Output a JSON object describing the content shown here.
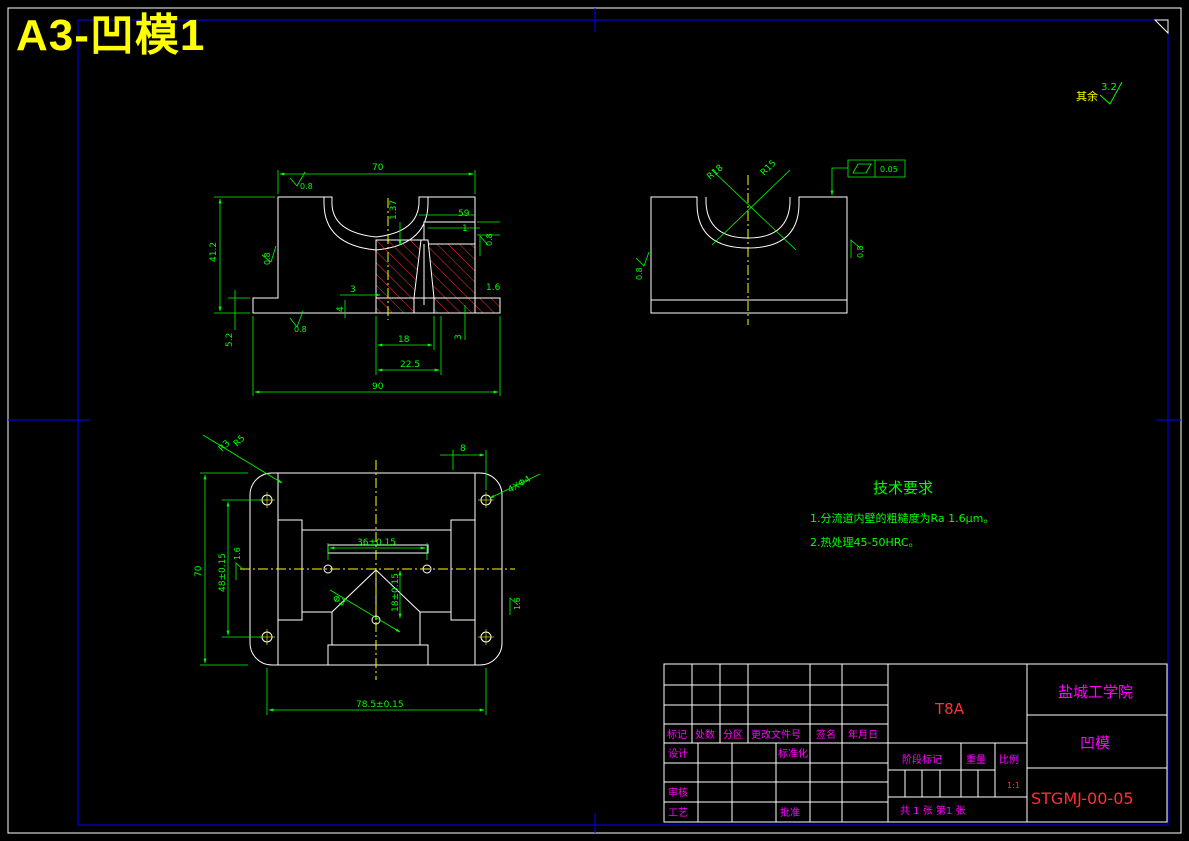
{
  "title_overlay": "A3-凹模1",
  "roughness_note": {
    "label": "其余",
    "value": "3.2"
  },
  "tolerance_frame": {
    "value": "0.05"
  },
  "tech_requirements": {
    "heading": "技术要求",
    "items": [
      "1.分流道内壁的粗糙度为Ra 1.6μm。",
      "2.热处理45-50HRC。"
    ]
  },
  "dims": {
    "d70_top": "70",
    "d90": "90",
    "d412": "41.2",
    "d52": "5.2",
    "d59": "59",
    "d1": "1",
    "d137": "1.37",
    "d3a": "3",
    "d3b": "3",
    "d4": "4",
    "d18": "18",
    "d225": "22.5",
    "d16": "1.6",
    "r18": "R18",
    "r15": "R15",
    "r3": "R3",
    "r5": "R5",
    "d8": "8",
    "hole4": "4XΦ4",
    "d36": "36±0.15",
    "d48": "48±0.15",
    "d18b": "18±0.15",
    "phi3": "Φ3",
    "d70_left": "70",
    "d785": "78.5±0.15"
  },
  "roughness_marks": {
    "r08": "0.8",
    "r16": "1.6"
  },
  "title_block": {
    "material": "T8A",
    "school": "盐城工学院",
    "part_name": "凹模",
    "drawing_no": "STGMJ-00-05",
    "scale": "1:1",
    "header_labels": [
      "标记",
      "处数",
      "分区",
      "更改文件号",
      "签名",
      "年月日"
    ],
    "row_design": "设计",
    "row_standard": "标准化",
    "row_check": "审核",
    "row_process": "工艺",
    "row_approve": "批准",
    "stage_mark": "阶段标记",
    "weight": "重量",
    "scale_label": "比例",
    "sheets": "共 1 张  第1 张"
  }
}
